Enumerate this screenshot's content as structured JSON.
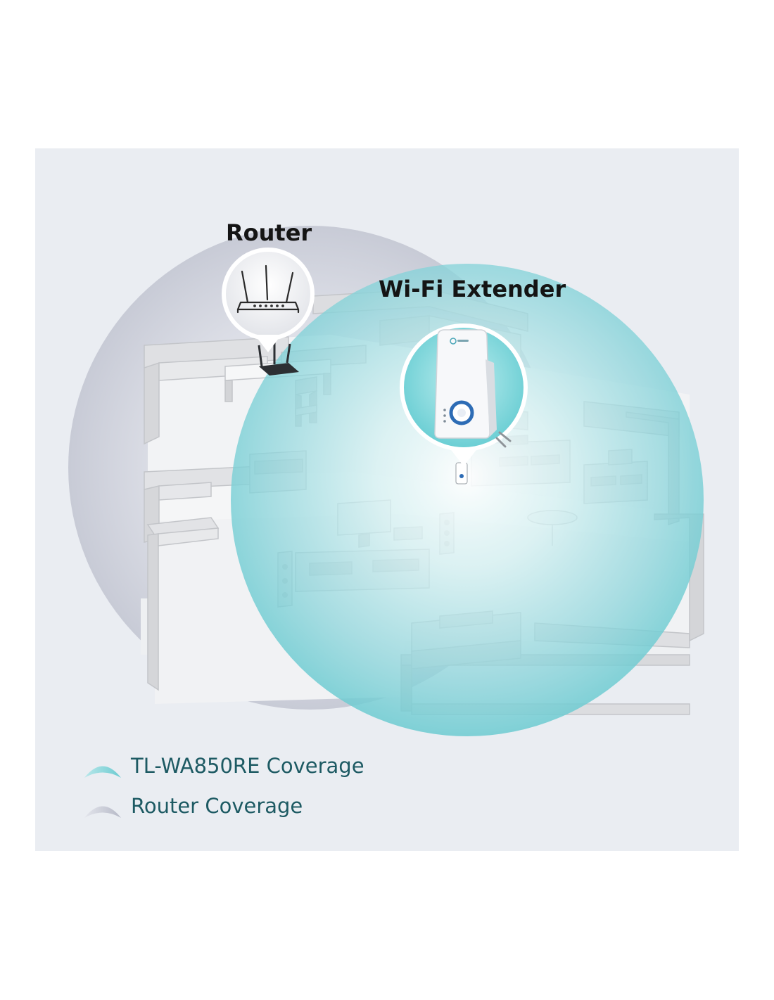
{
  "diagram": {
    "router_callout": {
      "title": "Router",
      "icon": "router-icon"
    },
    "extender_callout": {
      "title": "Wi-Fi Extender",
      "icon": "range-extender-icon",
      "brand_mark": "tp-link-logo"
    },
    "coverage_zones": [
      {
        "name": "router-coverage",
        "color": "#c9ccd9"
      },
      {
        "name": "extender-coverage",
        "color": "#7fd3d8"
      }
    ],
    "legend": [
      {
        "label": "TL-WA850RE Coverage",
        "color": "#8fd6dc",
        "icon": "coverage-arc-icon"
      },
      {
        "label": "Router Coverage",
        "color": "#c4c7d3",
        "icon": "coverage-arc-icon"
      }
    ]
  },
  "colors": {
    "panel_background": "#eaedf2",
    "title_text": "#141414",
    "legend_text": "#1d5a63",
    "walls": "#d9dadd",
    "floor": "#f3f4f6"
  }
}
